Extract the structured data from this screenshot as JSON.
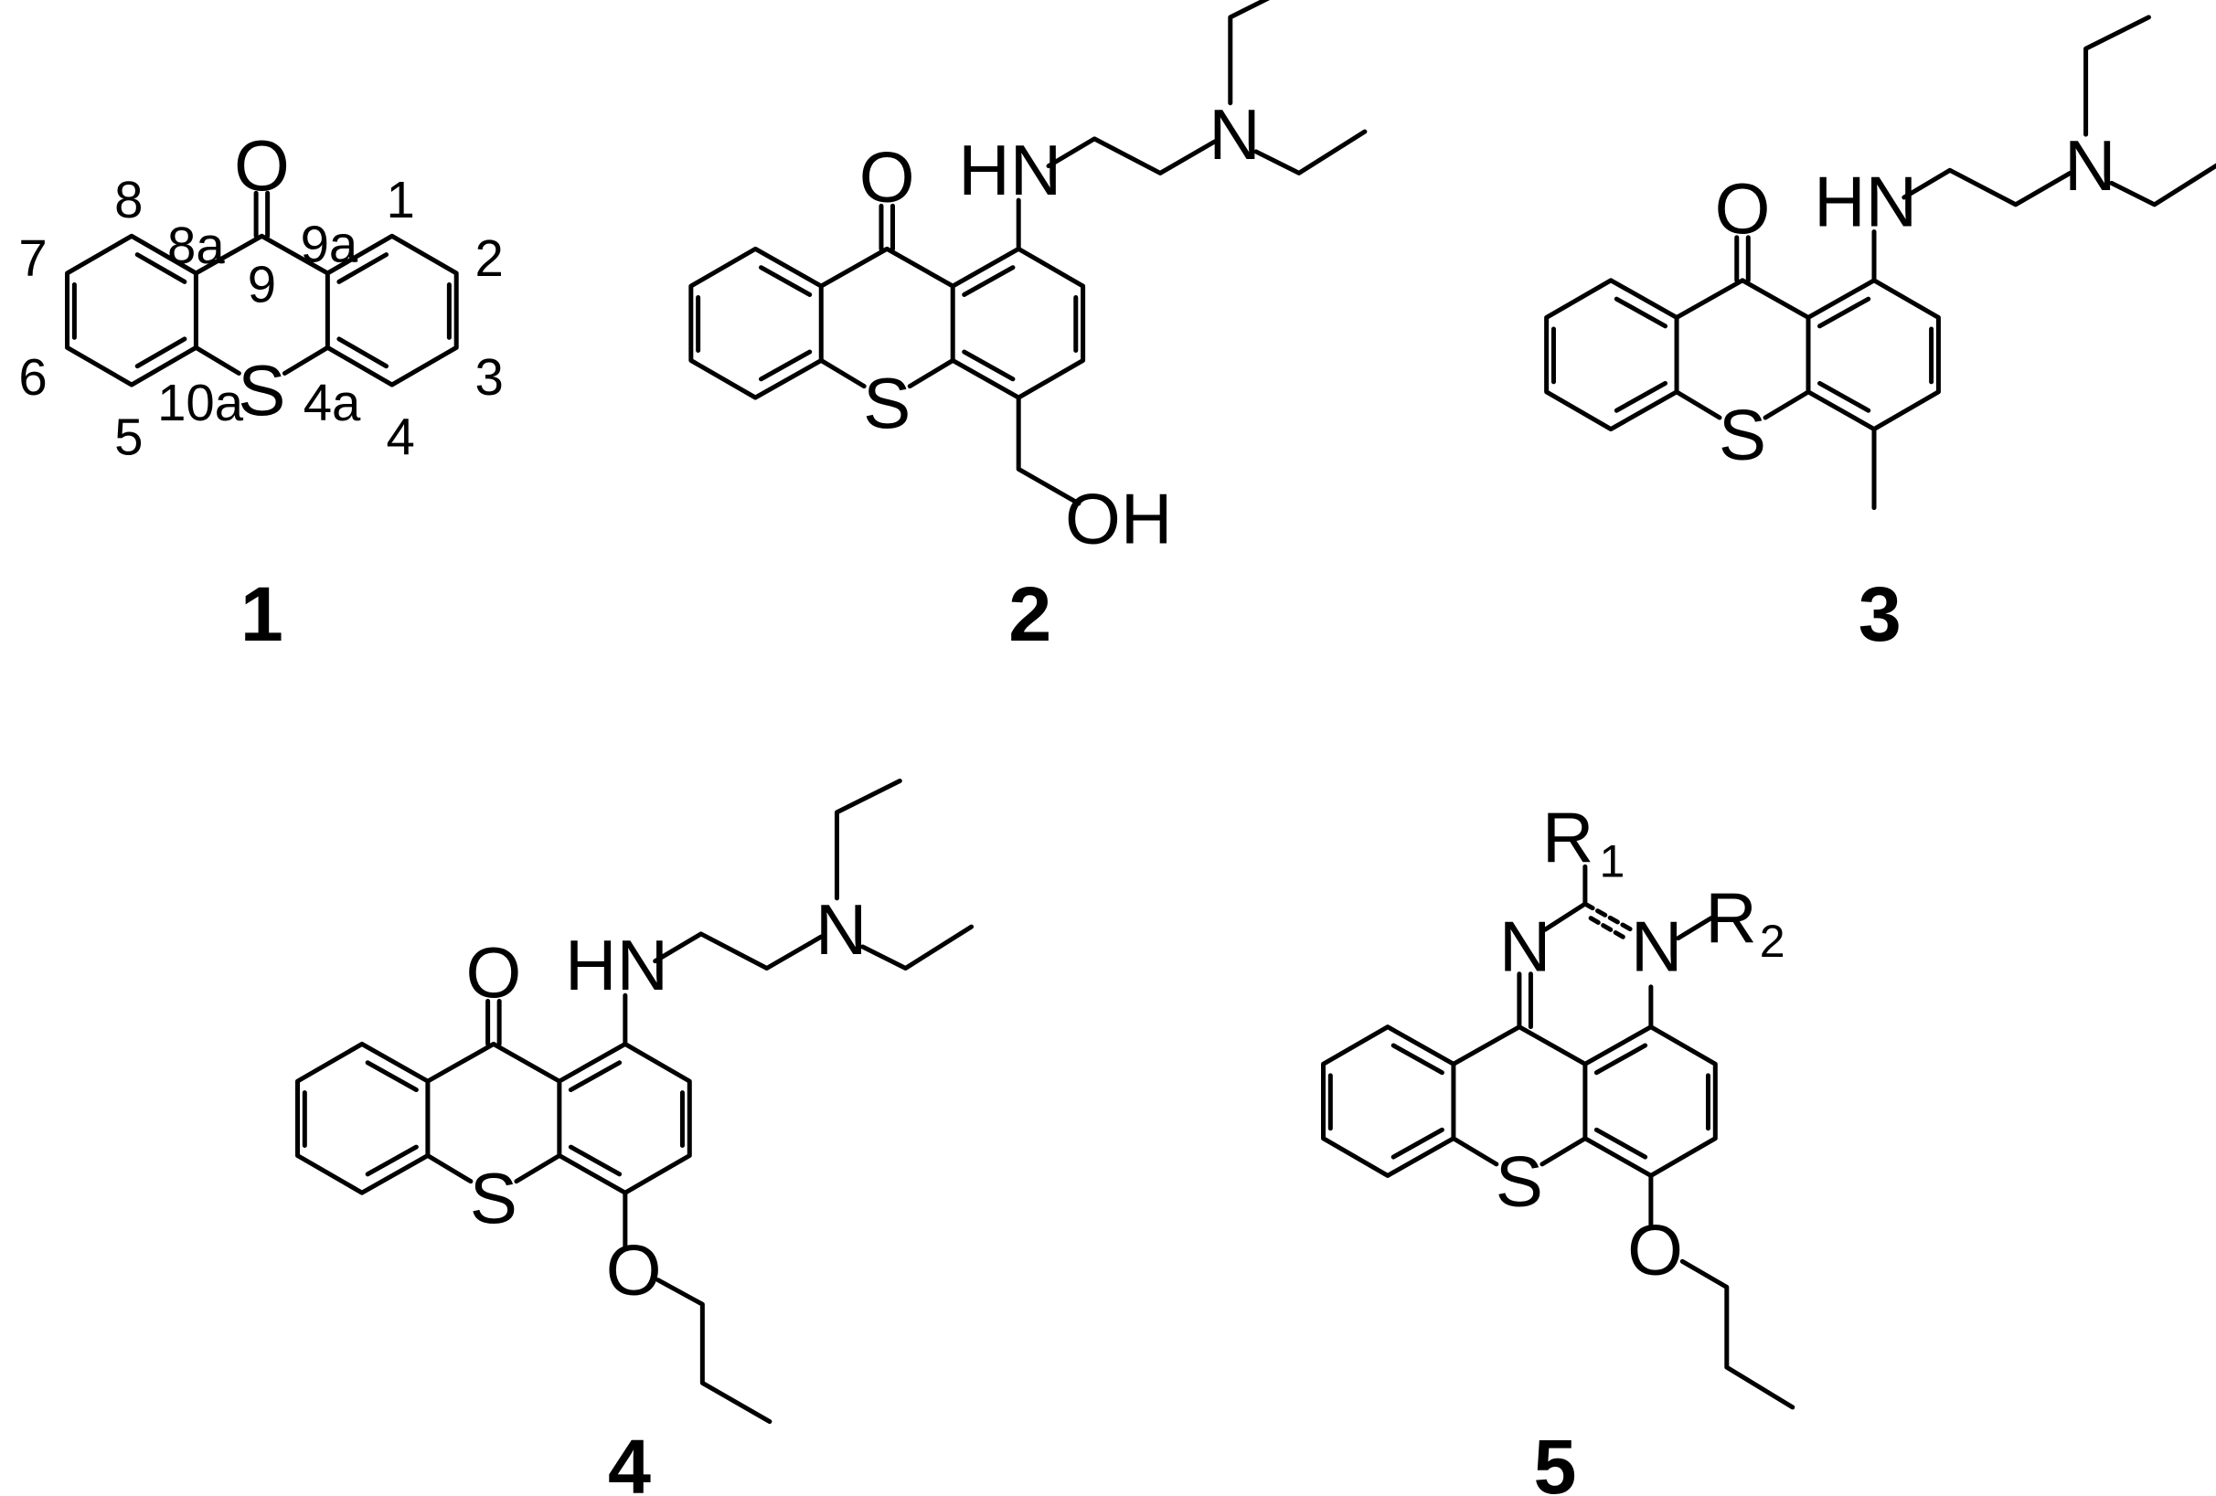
{
  "compounds": [
    {
      "label": "1",
      "atoms": {
        "carbonyl_o": "O",
        "sulfur": "S"
      },
      "numbering": [
        "1",
        "2",
        "3",
        "4",
        "4a",
        "5",
        "6",
        "7",
        "8",
        "8a",
        "9",
        "9a",
        "10a"
      ]
    },
    {
      "label": "2",
      "atoms": {
        "carbonyl_o": "O",
        "sulfur": "S",
        "amine_nh": "HN",
        "amine_n": "N",
        "hydroxyl": "OH"
      }
    },
    {
      "label": "3",
      "atoms": {
        "carbonyl_o": "O",
        "sulfur": "S",
        "amine_nh": "HN",
        "amine_n": "N"
      }
    },
    {
      "label": "4",
      "atoms": {
        "carbonyl_o": "O",
        "sulfur": "S",
        "amine_nh": "HN",
        "amine_n": "N",
        "ether_o": "O"
      }
    },
    {
      "label": "5",
      "atoms": {
        "sulfur": "S",
        "ring_n_left": "N",
        "ring_n_right": "N",
        "ether_o": "O"
      },
      "substituents": [
        {
          "base": "R",
          "sub": "1"
        },
        {
          "base": "R",
          "sub": "2"
        }
      ]
    }
  ]
}
